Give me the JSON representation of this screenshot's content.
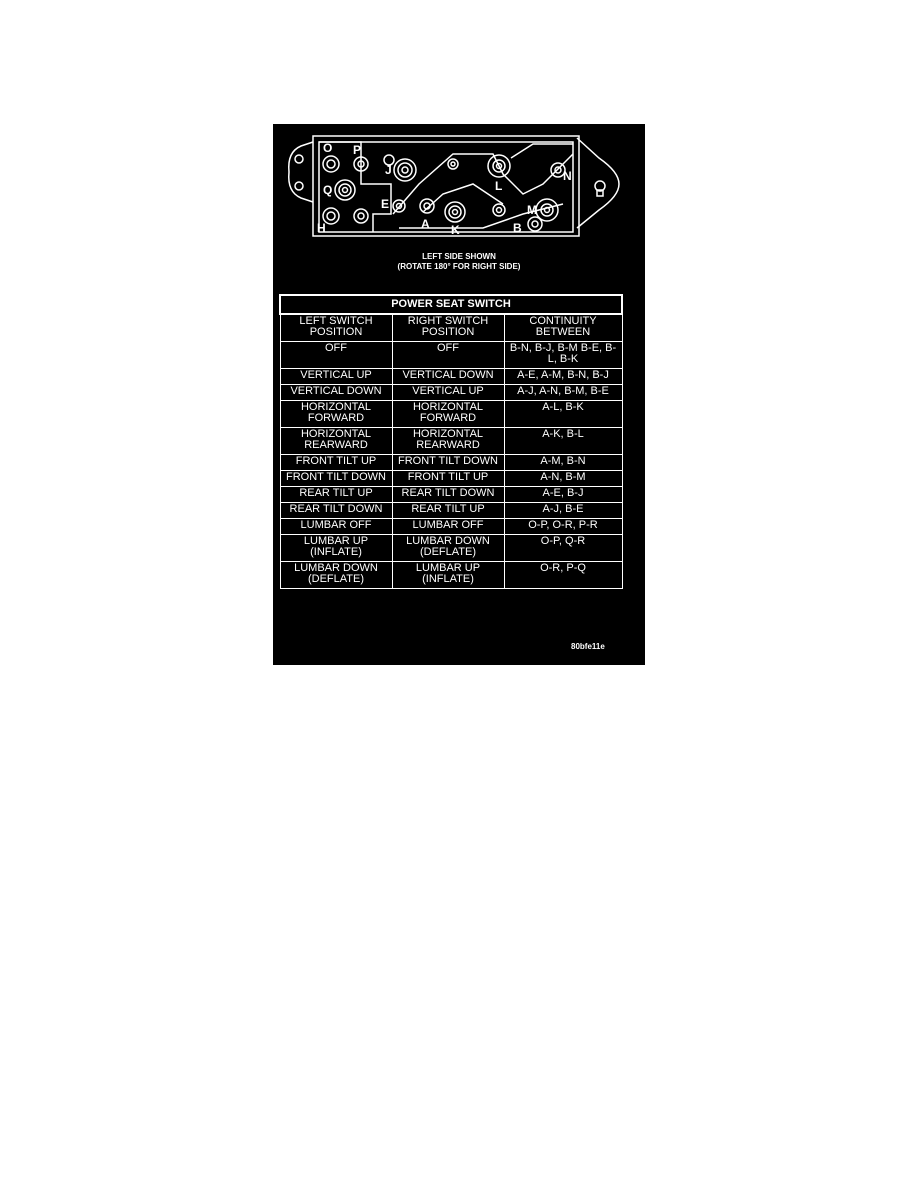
{
  "diagram": {
    "terminal_labels": [
      "O",
      "P",
      "Q",
      "H",
      "E",
      "A",
      "K",
      "J",
      "L",
      "N",
      "M",
      "B"
    ]
  },
  "caption": {
    "line1": "LEFT SIDE SHOWN",
    "line2": "(ROTATE 180° FOR RIGHT SIDE)"
  },
  "table": {
    "title": "POWER SEAT SWITCH",
    "columns": [
      "LEFT SWITCH POSITION",
      "RIGHT SWITCH POSITION",
      "CONTINUITY BETWEEN"
    ],
    "rows": [
      [
        "OFF",
        "OFF",
        "B-N, B-J, B-M B-E, B-L, B-K"
      ],
      [
        "VERTICAL UP",
        "VERTICAL DOWN",
        "A-E, A-M, B-N, B-J"
      ],
      [
        "VERTICAL DOWN",
        "VERTICAL UP",
        "A-J, A-N, B-M, B-E"
      ],
      [
        "HORIZONTAL FORWARD",
        "HORIZONTAL FORWARD",
        "A-L, B-K"
      ],
      [
        "HORIZONTAL REARWARD",
        "HORIZONTAL REARWARD",
        "A-K, B-L"
      ],
      [
        "FRONT TILT UP",
        "FRONT TILT DOWN",
        "A-M, B-N"
      ],
      [
        "FRONT TILT DOWN",
        "FRONT TILT UP",
        "A-N, B-M"
      ],
      [
        "REAR TILT UP",
        "REAR TILT DOWN",
        "A-E, B-J"
      ],
      [
        "REAR TILT DOWN",
        "REAR TILT UP",
        "A-J, B-E"
      ],
      [
        "LUMBAR OFF",
        "LUMBAR OFF",
        "O-P, O-R, P-R"
      ],
      [
        "LUMBAR UP (INFLATE)",
        "LUMBAR DOWN (DEFLATE)",
        "O-P, Q-R"
      ],
      [
        "LUMBAR DOWN (DEFLATE)",
        "LUMBAR UP (INFLATE)",
        "O-R, P-Q"
      ]
    ]
  },
  "figure_code": "80bfe11e",
  "colors": {
    "background": "#000000",
    "foreground": "#ffffff",
    "page": "#ffffff"
  }
}
